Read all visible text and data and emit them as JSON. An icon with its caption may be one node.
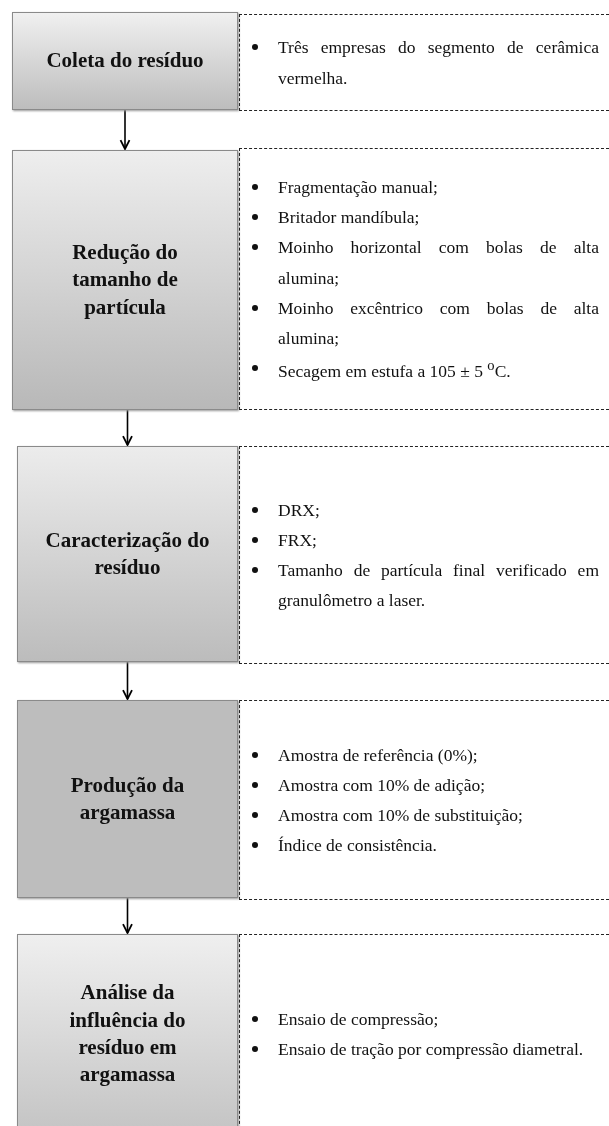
{
  "diagram": {
    "nodes": [
      {
        "text": [
          "Coleta do resíduo"
        ]
      },
      {
        "text": [
          "Três empresas do segmento de cerâmica vermelha."
        ]
      },
      {
        "text": [
          "Redução do tamanho de partícula"
        ]
      },
      {
        "text": [
          "Fragmentação manual;",
          "Britador mandíbula;",
          "Moinho horizontal com bolas de alta alumina;",
          "Moinho excêntrico com bolas de alta alumina;",
          "Secagem em estufa a 105 ± 5 $^{o}$C."
        ]
      },
      {
        "text": [
          "Caracterização do resíduo"
        ]
      },
      {
        "text": [
          "DRX;",
          "FRX;",
          "Tamanho de partícula final verificado em granulômetro a laser."
        ]
      },
      {
        "text": [
          "Produção da argamassa"
        ]
      },
      {
        "text": [
          "Amostra de referência (0%);",
          "Amostra com 10% de adição;",
          "Amostra com 10% de substituição;",
          "Índice de consistência."
        ]
      },
      {
        "text": [
          "Análise da influência do resíduo em argamassa"
        ]
      },
      {
        "text": [
          "Ensaio de compressão;",
          "Ensaio de tração por compressão diametral."
        ]
      }
    ],
    "edges": [
      {
        "from": 0,
        "to": 2,
        "arrow": "to"
      },
      {
        "from": 2,
        "to": 4,
        "arrow": "to"
      },
      {
        "from": 4,
        "to": 6,
        "arrow": "to"
      },
      {
        "from": 6,
        "to": 8,
        "arrow": "to"
      }
    ]
  }
}
